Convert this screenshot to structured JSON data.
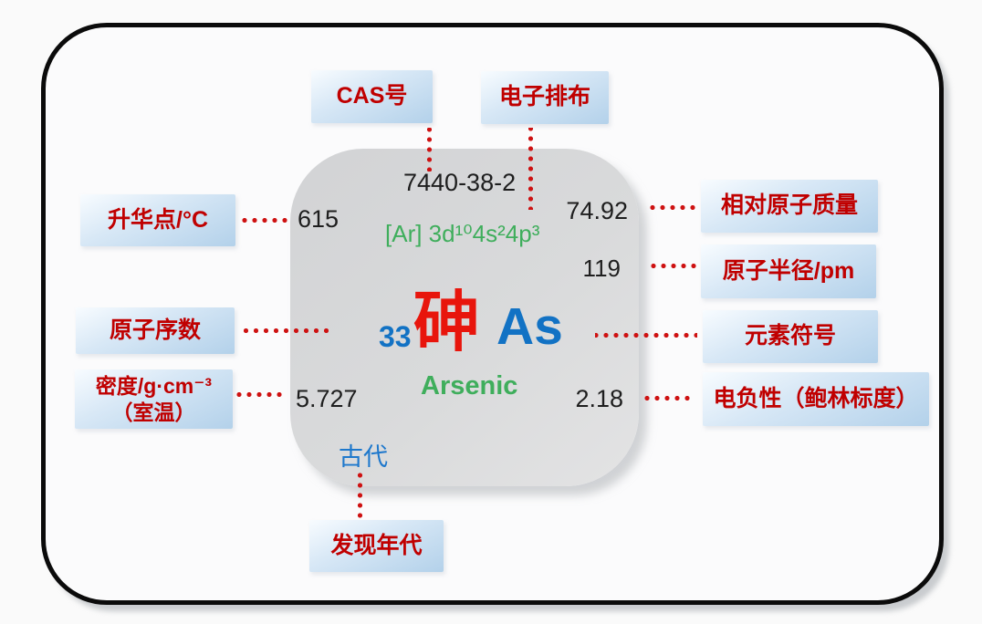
{
  "element": {
    "atomic_number": "33",
    "name_zh": "砷",
    "symbol": "As",
    "name_en": "Arsenic",
    "cas_number": "7440-38-2",
    "electron_configuration": "[Ar] 3d¹⁰4s²4p³",
    "relative_atomic_mass": "74.92",
    "atomic_radius_pm": "119",
    "sublimation_point_c": "615",
    "density_g_cm3": "5.727",
    "electronegativity_pauling": "2.18",
    "discovery_era": "古代"
  },
  "labels": {
    "cas_number": "CAS号",
    "electron_configuration": "电子排布",
    "sublimation_point": "升华点/°C",
    "atomic_number": "原子序数",
    "density_line1": "密度/g·cm⁻³",
    "density_line2": "（室温）",
    "relative_atomic_mass": "相对原子质量",
    "atomic_radius": "原子半径/pm",
    "element_symbol": "元素符号",
    "electronegativity": "电负性（鲍林标度）",
    "discovery_era": "发现年代"
  },
  "colors": {
    "label_text": "#c00000",
    "connector_red": "#ce1212",
    "accent_blue": "#1272c4",
    "element_red": "#e8150c",
    "accent_green": "#3fae5c",
    "card_bg": "#d8d9da",
    "frame_border": "#0b0b0b"
  }
}
